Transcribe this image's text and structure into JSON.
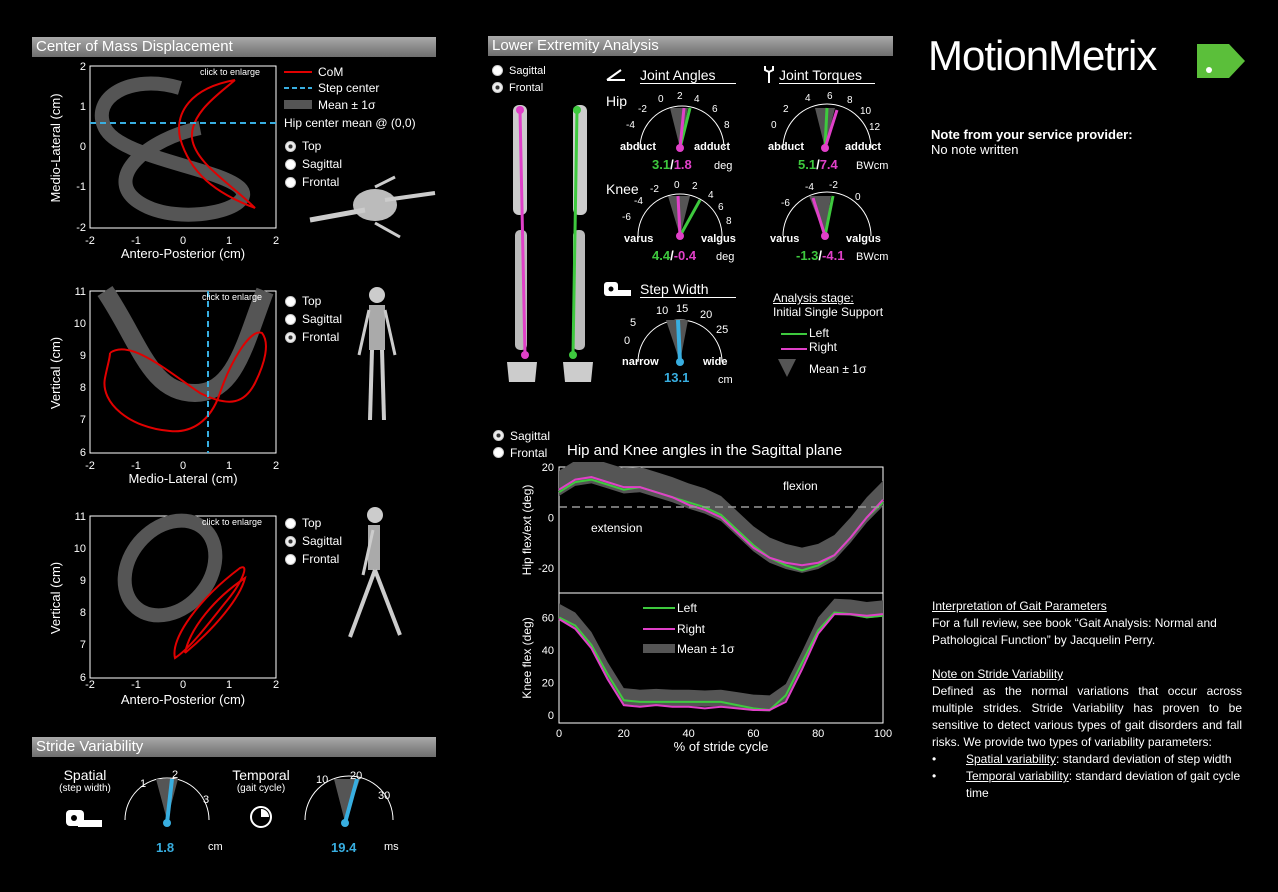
{
  "com": {
    "header": "Center of Mass Displacement",
    "enlarge": "click to enlarge",
    "legend": {
      "com": "CoM",
      "step_center": "Step center",
      "mean": "Mean ± 1σ",
      "hip_center": "Hip center mean @ (0,0)"
    },
    "plot1": {
      "xlabel": "Antero-Posterior (cm)",
      "ylabel": "Medio-Lateral (cm)",
      "xticks": [
        "-2",
        "-1",
        "0",
        "1",
        "2"
      ],
      "yticks": [
        "2",
        "1",
        "0",
        "-1",
        "-2"
      ]
    },
    "plot2": {
      "xlabel": "Medio-Lateral (cm)",
      "ylabel": "Vertical (cm)",
      "xticks": [
        "-2",
        "-1",
        "0",
        "1",
        "2"
      ],
      "yticks": [
        "11",
        "10",
        "9",
        "8",
        "7",
        "6"
      ]
    },
    "plot3": {
      "xlabel": "Antero-Posterior (cm)",
      "ylabel": "Vertical (cm)",
      "xticks": [
        "-2",
        "-1",
        "0",
        "1",
        "2"
      ],
      "yticks": [
        "11",
        "10",
        "9",
        "8",
        "7",
        "6"
      ]
    },
    "views": {
      "top": "Top",
      "sagittal": "Sagittal",
      "frontal": "Frontal"
    }
  },
  "stride": {
    "header": "Stride Variability",
    "spatial_label": "Spatial",
    "spatial_sub": "(step width)",
    "spatial_ticks": [
      "1",
      "2",
      "3"
    ],
    "spatial_value": "1.8",
    "spatial_unit": "cm",
    "temporal_label": "Temporal",
    "temporal_sub": "(gait cycle)",
    "temporal_ticks": [
      "10",
      "20",
      "30"
    ],
    "temporal_value": "19.4",
    "temporal_unit": "ms"
  },
  "lea": {
    "header": "Lower Extremity Analysis",
    "view_sagittal": "Sagittal",
    "view_frontal": "Frontal",
    "joint_angles": "Joint Angles",
    "joint_torques": "Joint Torques",
    "hip": "Hip",
    "knee": "Knee",
    "hip_angle_ticks": [
      "-4",
      "-2",
      "0",
      "2",
      "4",
      "6",
      "8"
    ],
    "hip_torque_ticks": [
      "0",
      "2",
      "4",
      "6",
      "8",
      "10",
      "12"
    ],
    "knee_angle_ticks": [
      "-6",
      "-4",
      "-2",
      "0",
      "2",
      "4",
      "6",
      "8"
    ],
    "knee_torque_ticks": [
      "-6",
      "-4",
      "-2",
      "0"
    ],
    "abduct": "abduct",
    "adduct": "adduct",
    "varus": "varus",
    "valgus": "valgus",
    "hip_angle_left": "3.1",
    "hip_angle_right": "1.8",
    "deg": "deg",
    "hip_torque_left": "5.1",
    "hip_torque_right": "7.4",
    "bwcm": "BWcm",
    "knee_angle_left": "4.4",
    "knee_angle_right": "-0.4",
    "knee_torque_left": "-1.3",
    "knee_torque_right": "-4.1",
    "slash": "/",
    "step_width": "Step Width",
    "sw_ticks": [
      "0",
      "5",
      "10",
      "15",
      "20",
      "25"
    ],
    "narrow": "narrow",
    "wide": "wide",
    "sw_value": "13.1",
    "sw_unit": "cm",
    "stage_title": "Analysis stage:",
    "stage_value": "Initial Single Support",
    "legend_left": "Left",
    "legend_right": "Right",
    "legend_mean": "Mean ± 1σ"
  },
  "sag": {
    "view_sagittal": "Sagittal",
    "view_frontal": "Frontal",
    "title": "Hip and Knee angles in the Sagittal plane",
    "hip_ylabel": "Hip flex/ext (deg)",
    "knee_ylabel": "Knee flex (deg)",
    "flexion": "flexion",
    "extension": "extension",
    "xlabel": "% of stride cycle",
    "legend_left": "Left",
    "legend_right": "Right",
    "legend_mean": "Mean ± 1σ"
  },
  "chart_data": [
    {
      "type": "line",
      "title": "Hip and Knee angles in the Sagittal plane",
      "xlabel": "",
      "ylabel": "Hip flex/ext (deg)",
      "xlim": [
        0,
        100
      ],
      "ylim": [
        -30,
        20
      ],
      "yticks": [
        20,
        0,
        -20
      ],
      "series": [
        {
          "name": "Left",
          "x": [
            0,
            5,
            10,
            15,
            20,
            25,
            30,
            35,
            40,
            45,
            50,
            55,
            60,
            65,
            70,
            75,
            80,
            85,
            90,
            95,
            100
          ],
          "values": [
            10,
            14,
            15,
            13,
            11,
            12,
            10,
            8,
            6,
            4,
            1,
            -5,
            -11,
            -16,
            -19,
            -21,
            -19,
            -15,
            -8,
            0,
            6
          ]
        },
        {
          "name": "Right",
          "x": [
            0,
            5,
            10,
            15,
            20,
            25,
            30,
            35,
            40,
            45,
            50,
            55,
            60,
            65,
            70,
            75,
            80,
            85,
            90,
            95,
            100
          ],
          "values": [
            11,
            15,
            16,
            14,
            12,
            12,
            10,
            8,
            5,
            3,
            0,
            -6,
            -12,
            -16,
            -18,
            -19,
            -18,
            -15,
            -8,
            0,
            7
          ]
        }
      ]
    },
    {
      "type": "line",
      "title": "",
      "xlabel": "% of stride cycle",
      "ylabel": "Knee flex (deg)",
      "xlim": [
        0,
        100
      ],
      "ylim": [
        -5,
        75
      ],
      "xticks": [
        0,
        20,
        40,
        60,
        80,
        100
      ],
      "yticks": [
        60,
        40,
        20,
        0
      ],
      "series": [
        {
          "name": "Left",
          "x": [
            0,
            5,
            10,
            15,
            20,
            25,
            30,
            35,
            40,
            45,
            50,
            55,
            60,
            65,
            70,
            75,
            80,
            85,
            90,
            95,
            100
          ],
          "values": [
            60,
            55,
            43,
            25,
            9,
            8,
            8,
            8,
            8,
            8,
            8,
            6,
            4,
            3,
            12,
            32,
            52,
            63,
            62,
            60,
            61
          ]
        },
        {
          "name": "Right",
          "x": [
            0,
            5,
            10,
            15,
            20,
            25,
            30,
            35,
            40,
            45,
            50,
            55,
            60,
            65,
            70,
            75,
            80,
            85,
            90,
            95,
            100
          ],
          "values": [
            59,
            53,
            41,
            22,
            6,
            5,
            6,
            5,
            5,
            4,
            5,
            4,
            3,
            3,
            8,
            28,
            50,
            62,
            62,
            61,
            62
          ]
        }
      ]
    }
  ],
  "brand": {
    "name": "MotionMetrix",
    "dot": "."
  },
  "note": {
    "title": "Note from your service provider:",
    "body": "No note written"
  },
  "info": {
    "interp_title": "Interpretation of Gait Parameters",
    "interp_body": "For a full review, see book “Gait Analysis: Normal and Pathological Function” by Jacquelin Perry.",
    "stride_title": "Note on Stride Variability",
    "stride_body": "Defined as the normal variations that occur across multiple strides. Stride Variability has proven to be sensitive to detect various types of gait disorders and fall risks. We provide two types of variability parameters:",
    "bullet1_term": "Spatial variability",
    "bullet1_text": ": standard deviation of step width",
    "bullet2_term": "Temporal variability",
    "bullet2_text": ": standard deviation of gait cycle time"
  },
  "colors": {
    "left": "#3ec93e",
    "right": "#e040c8",
    "com": "#e00000",
    "accent": "#38aee0",
    "brand_green": "#5bbf3a"
  }
}
